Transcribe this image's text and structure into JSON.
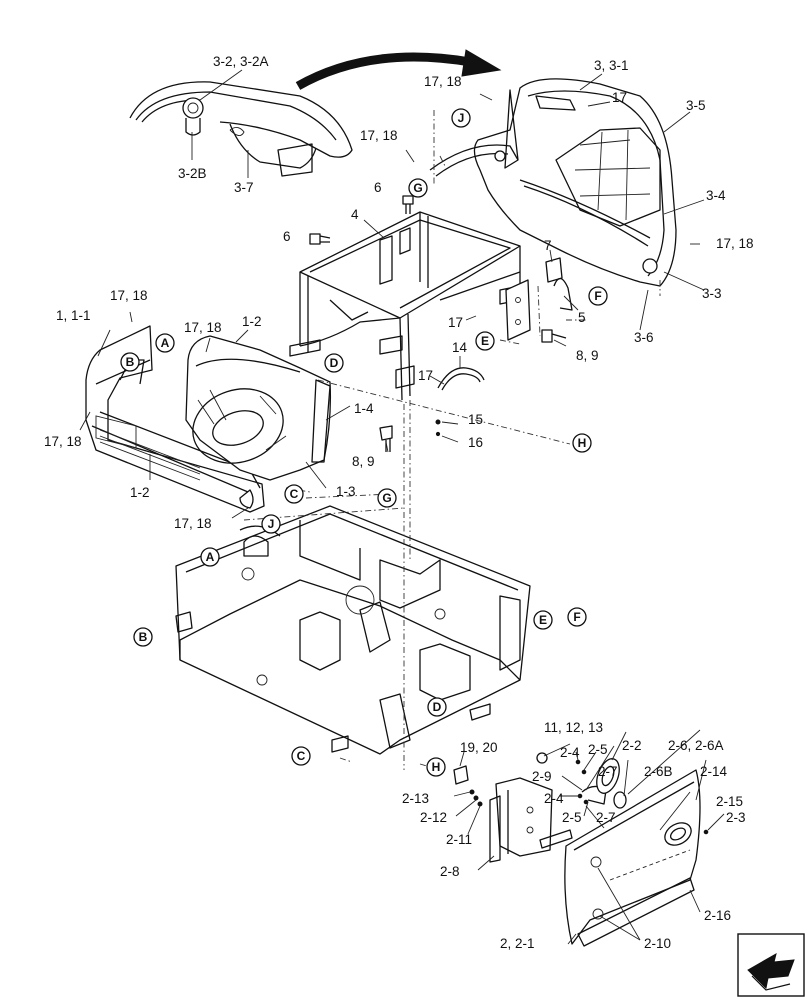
{
  "labels": {
    "l_3_2": "3-2, 3-2A",
    "l_3_2b": "3-2B",
    "l_3_7": "3-7",
    "l_17_18_a": "17, 18",
    "l_17_18_b": "17, 18",
    "l_3_3_1": "3, 3-1",
    "l_17_top": "17",
    "l_3_5": "3-5",
    "l_3_4": "3-4",
    "l_17_18_c": "17, 18",
    "l_3_3": "3-3",
    "l_3_6": "3-6",
    "l_6_a": "6",
    "l_6_b": "6",
    "l_4": "4",
    "l_7": "7",
    "l_5": "5",
    "l_17_mid": "17",
    "l_8_9_a": "8, 9",
    "l_17_18_d": "17, 18",
    "l_1_1_1": "1, 1-1",
    "l_17_18_e": "17, 18",
    "l_1_2_a": "1-2",
    "l_14": "14",
    "l_17_low": "17",
    "l_1_4": "1-4",
    "l_15": "15",
    "l_16": "16",
    "l_17_18_f": "17, 18",
    "l_8_9_b": "8, 9",
    "l_1_2_b": "1-2",
    "l_1_3": "1-3",
    "l_17_18_g": "17, 18",
    "l_11_12_13": "11, 12, 13",
    "l_2_4_a": "2-4",
    "l_2_5_a": "2-5",
    "l_2_2": "2-2",
    "l_2_6": "2-6, 2-6A",
    "l_2_7_a": "2-7",
    "l_2_6b": "2-6B",
    "l_2_14": "2-14",
    "l_19_20": "19, 20",
    "l_2_9": "2-9",
    "l_2_15": "2-15",
    "l_2_13": "2-13",
    "l_2_4_b": "2-4",
    "l_2_12": "2-12",
    "l_2_5_b": "2-5",
    "l_2_7_b": "2-7",
    "l_2_3": "2-3",
    "l_2_11": "2-11",
    "l_2_8": "2-8",
    "l_2_16": "2-16",
    "l_2_10": "2-10",
    "l_2_2_1": "2, 2-1"
  },
  "callouts": {
    "a": "A",
    "b": "B",
    "c": "C",
    "d": "D",
    "e": "E",
    "f": "F",
    "g": "G",
    "h": "H",
    "j": "J"
  },
  "icons": {
    "nav_arrow": "page-nav-arrow-icon"
  }
}
